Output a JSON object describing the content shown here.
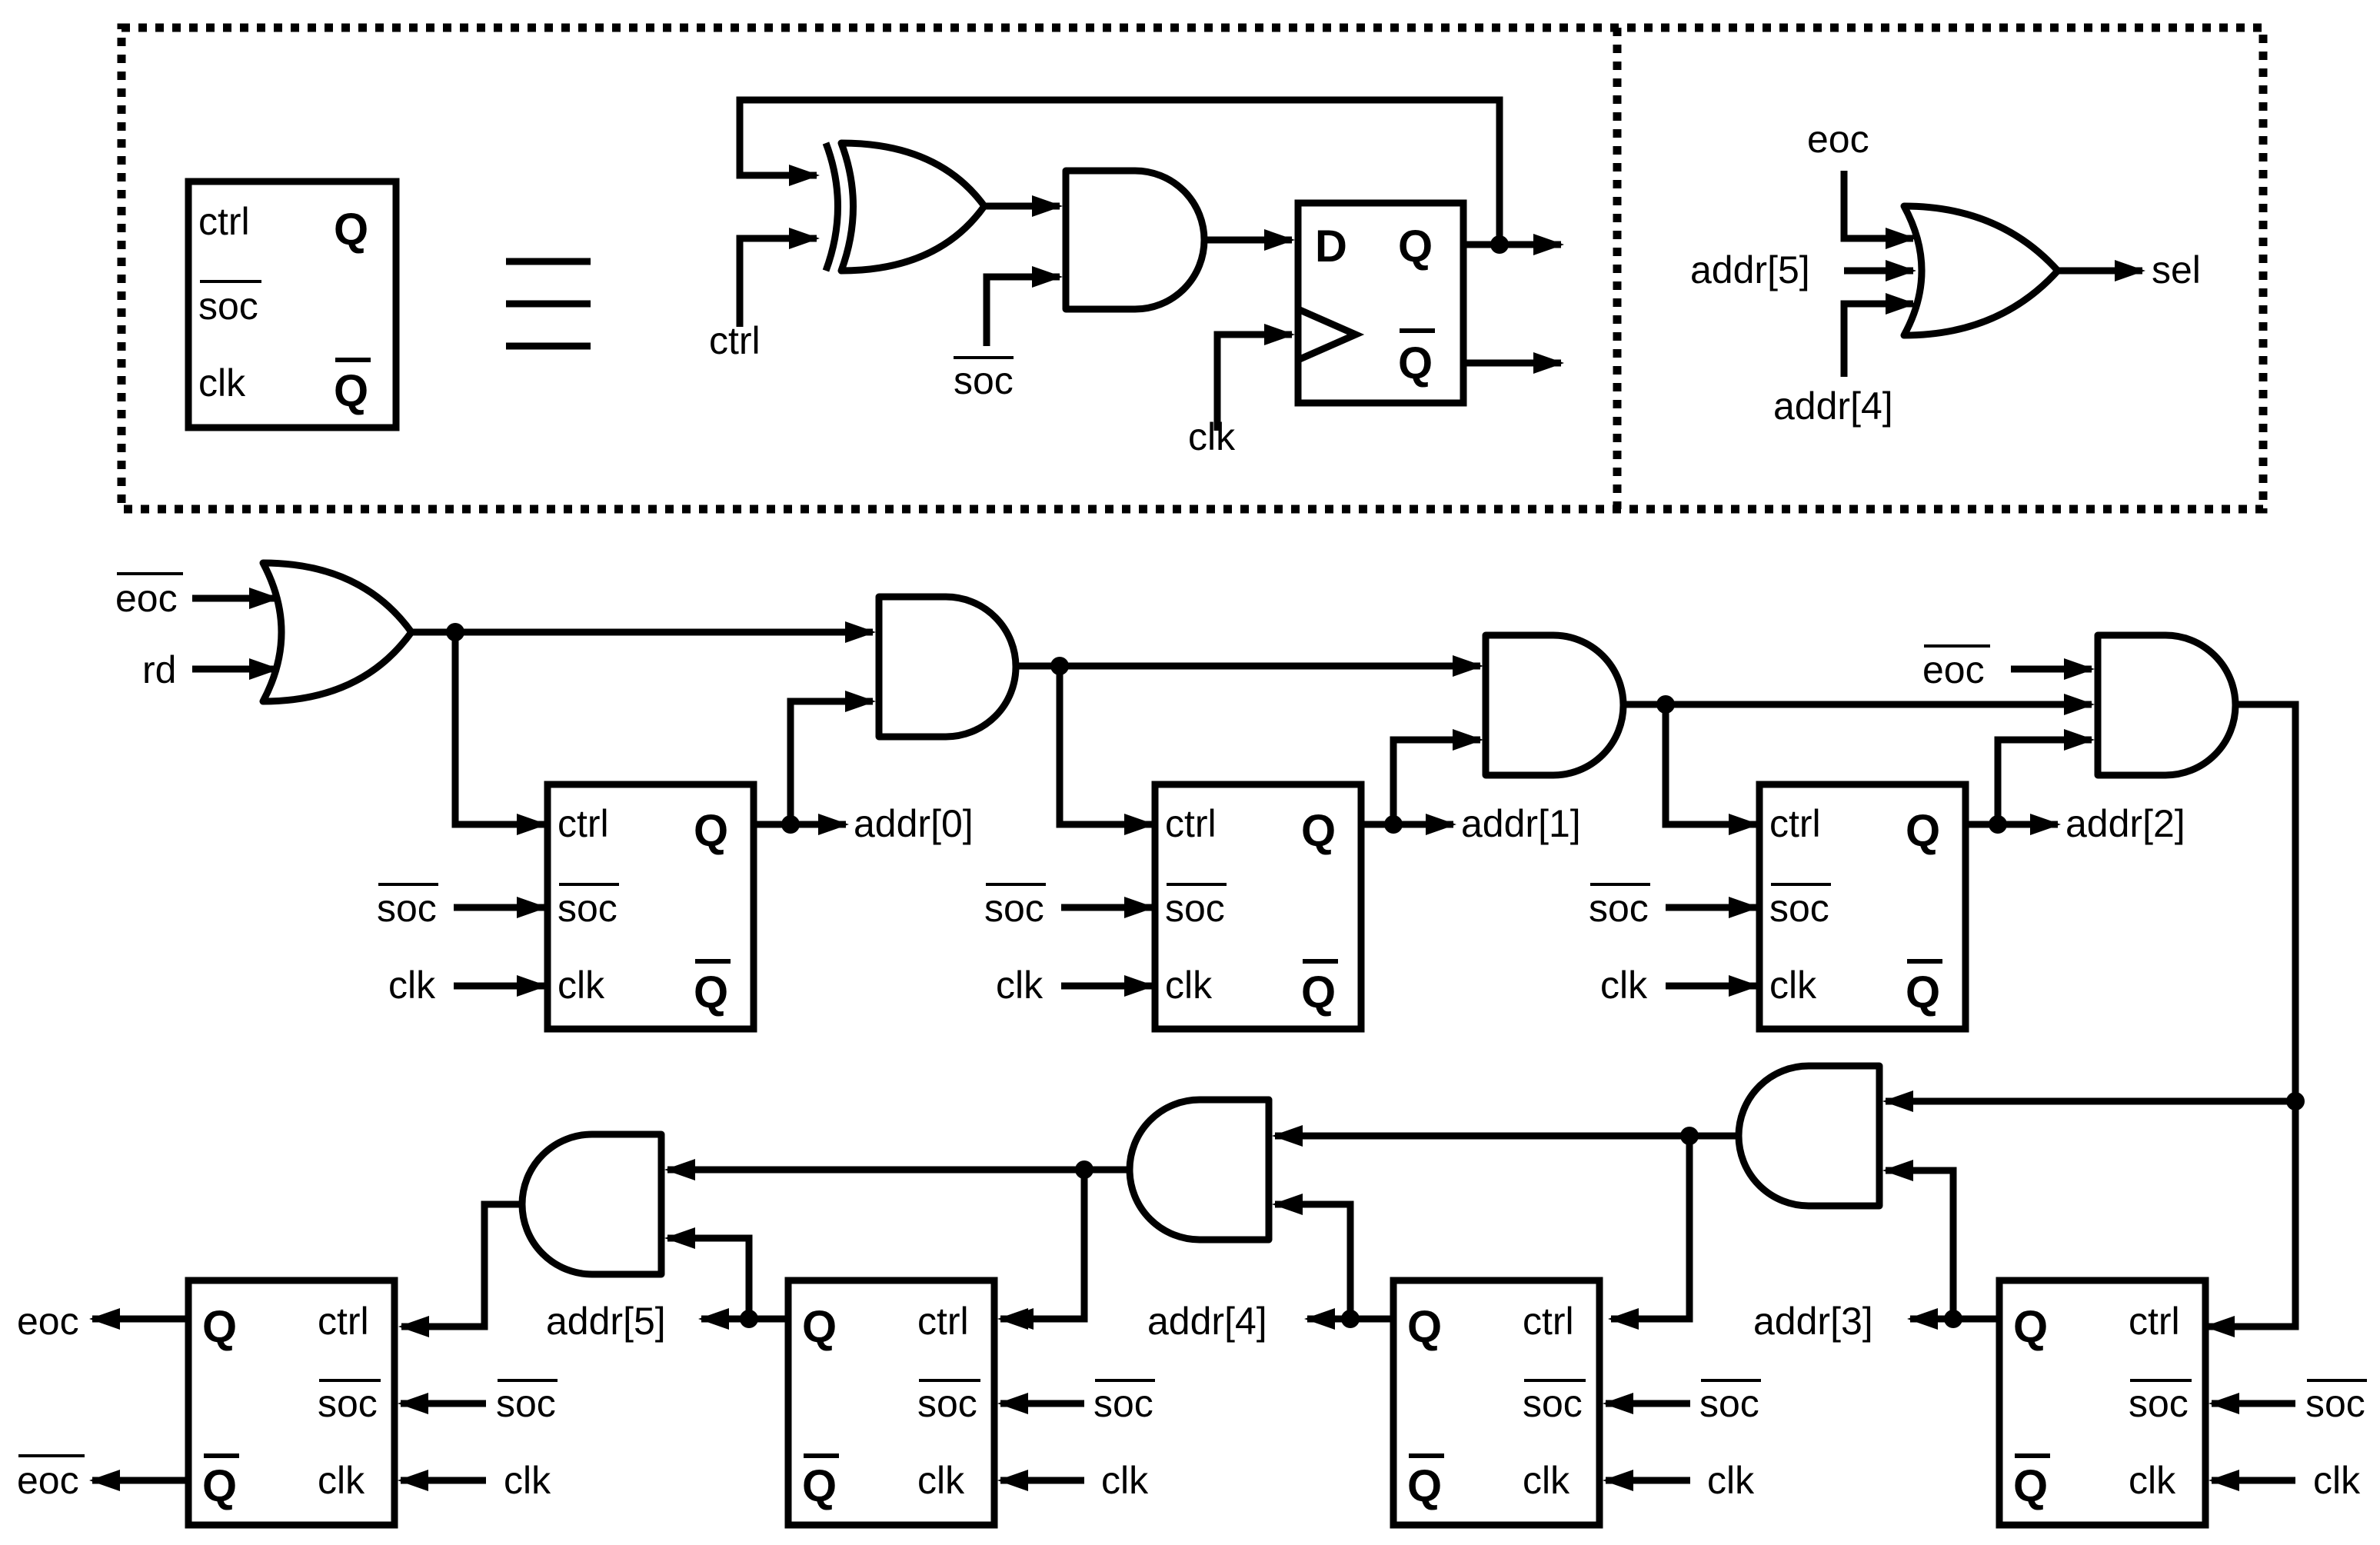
{
  "legend": {
    "ff_pins": {
      "ctrl": "ctrl",
      "soc": "soc",
      "clk": "clk",
      "q": "Q",
      "qbar": "Q"
    },
    "equiv_symbol": "≡",
    "impl": {
      "ctrl": "ctrl",
      "soc": "soc",
      "clk": "clk",
      "d": "D",
      "q": "Q",
      "qbar": "Q"
    },
    "sel_logic": {
      "eoc": "eoc",
      "addr5": "addr[5]",
      "addr4": "addr[4]",
      "sel": "sel"
    }
  },
  "main": {
    "inputs": {
      "eoc_bar": "eoc",
      "rd": "rd"
    },
    "top_ffs": [
      {
        "ctrl": "ctrl",
        "soc": "soc",
        "clk": "clk",
        "q": "Q",
        "qbar": "Q",
        "ext_soc": "soc",
        "ext_clk": "clk",
        "out": "addr[0]"
      },
      {
        "ctrl": "ctrl",
        "soc": "soc",
        "clk": "clk",
        "q": "Q",
        "qbar": "Q",
        "ext_soc": "soc",
        "ext_clk": "clk",
        "out": "addr[1]"
      },
      {
        "ctrl": "ctrl",
        "soc": "soc",
        "clk": "clk",
        "q": "Q",
        "qbar": "Q",
        "ext_soc": "soc",
        "ext_clk": "clk",
        "out": "addr[2]"
      }
    ],
    "gate3_input_label": "eoc",
    "bottom_ffs": [
      {
        "ctrl": "ctrl",
        "soc": "soc",
        "clk": "clk",
        "q": "Q",
        "qbar": "Q",
        "ext_soc": "soc",
        "ext_clk": "clk",
        "out": "addr[3]"
      },
      {
        "ctrl": "ctrl",
        "soc": "soc",
        "clk": "clk",
        "q": "Q",
        "qbar": "Q",
        "ext_soc": "soc",
        "ext_clk": "clk",
        "out": "addr[4]"
      },
      {
        "ctrl": "ctrl",
        "soc": "soc",
        "clk": "clk",
        "q": "Q",
        "qbar": "Q",
        "ext_soc": "soc",
        "ext_clk": "clk",
        "out": "addr[5]"
      },
      {
        "ctrl": "ctrl",
        "soc": "soc",
        "clk": "clk",
        "q": "Q",
        "qbar": "Q",
        "ext_soc": "soc",
        "ext_clk": "clk",
        "out_q": "eoc",
        "out_qbar": "eoc"
      }
    ]
  }
}
